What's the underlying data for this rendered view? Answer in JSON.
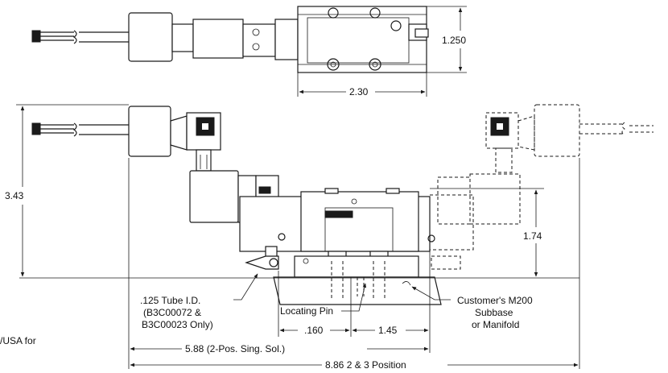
{
  "dimensions": {
    "width_top": "2.30",
    "height_top": "1.250",
    "overall_height": "3.43",
    "valve_height": "1.74",
    "pin_offset": ".160",
    "pin_spacing": "1.45",
    "length_2pos": "5.88 (2-Pos. Sing. Sol.)",
    "length_3pos": "8.86 2 & 3 Position"
  },
  "callouts": {
    "tube_line1": ".125 Tube I.D.",
    "tube_line2": "(B3C00072 &",
    "tube_line3": "B3C00023 Only)",
    "locating_pin": "Locating Pin",
    "subbase_line1": "Customer's M200",
    "subbase_line2": "Subbase",
    "subbase_line3": "or Manifold"
  },
  "cut_text": "/USA for"
}
